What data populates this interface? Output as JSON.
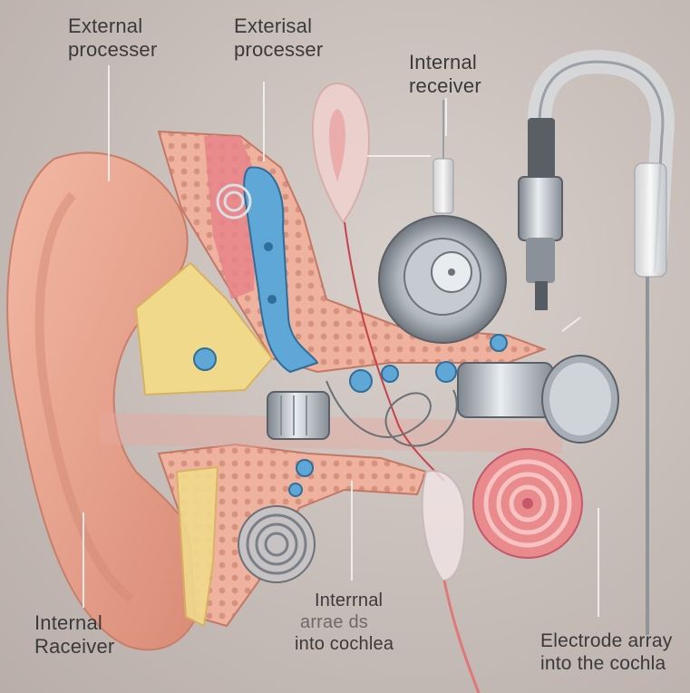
{
  "labels": {
    "external_processor_1": [
      "External",
      "processer"
    ],
    "external_processor_2": [
      "Exterisal",
      "processer"
    ],
    "internal_receiver_top": [
      "Internal",
      "receiver"
    ],
    "internal_receiver_bottom": [
      "Internal",
      "Raceiver"
    ],
    "internal_array": [
      "Interrnal",
      "arrae ds",
      "into cochlea"
    ],
    "electrode_array": [
      "Electrode array",
      "into the cochla"
    ]
  },
  "colors": {
    "background": "#c7bdb8",
    "skin": "#e9a994",
    "bone": "#f0b8a6",
    "bone_dark": "#c97b6a",
    "cartilage": "#f1d98c",
    "blue_part": "#5ea7d6",
    "metal": "#b9bfc6",
    "cochlea": "#e98a8c",
    "wire": "#c8424a"
  }
}
